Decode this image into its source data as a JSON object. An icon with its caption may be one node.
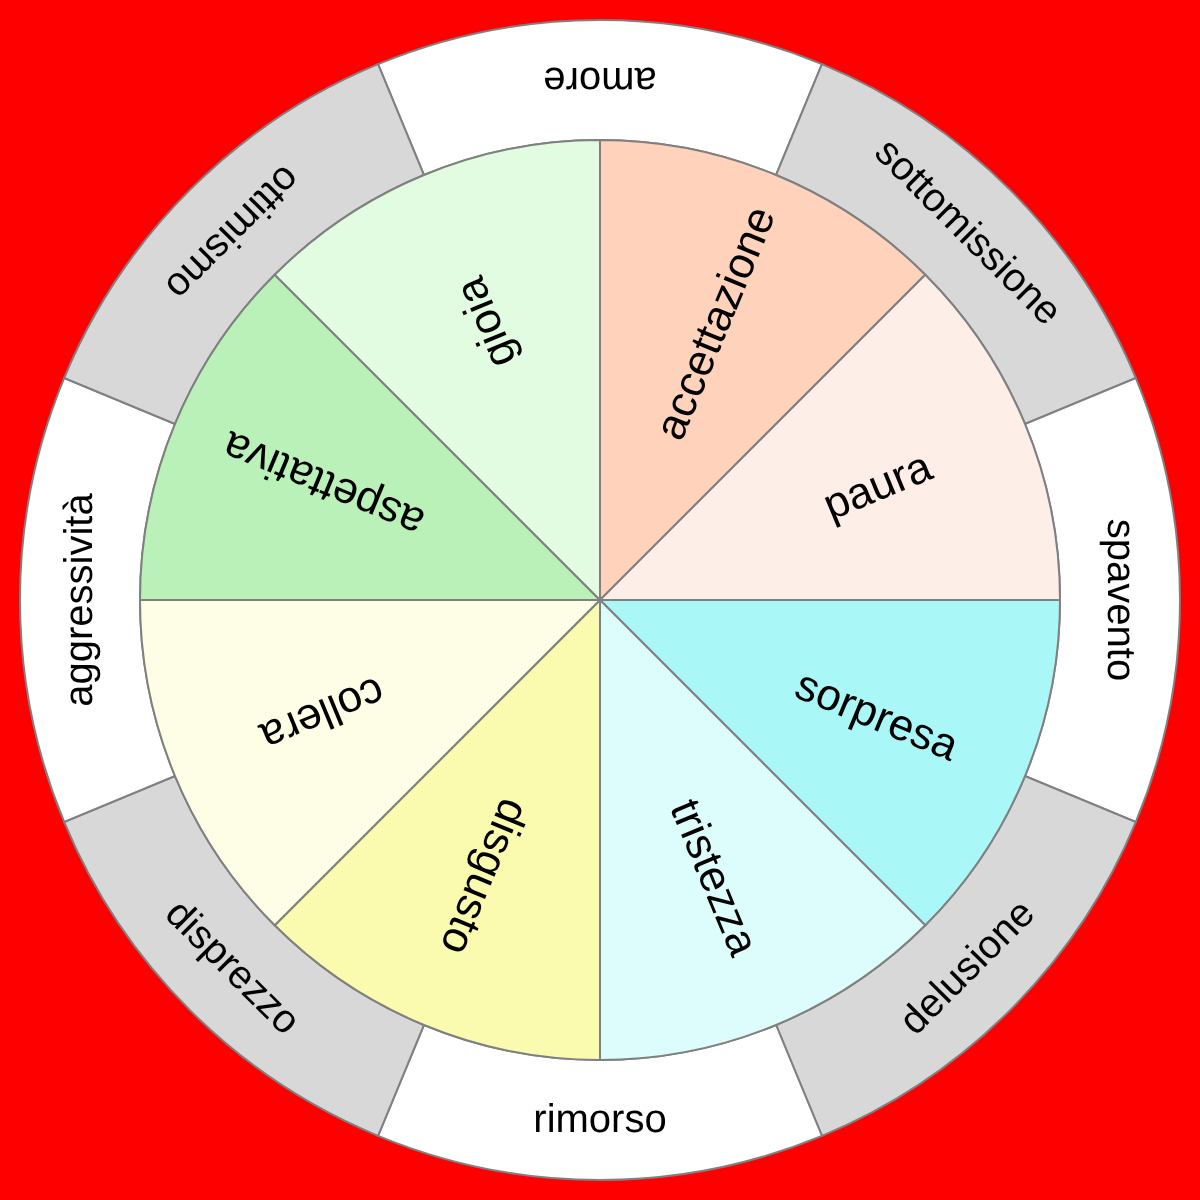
{
  "diagram": {
    "nodes": [
      {
        "text": [
          "amore"
        ]
      },
      {
        "text": [
          "sottomissione"
        ]
      },
      {
        "text": [
          "spavento"
        ]
      },
      {
        "text": [
          "delusione"
        ]
      },
      {
        "text": [
          "rimorso"
        ]
      },
      {
        "text": [
          "disprezzo"
        ]
      },
      {
        "text": [
          "aggressività"
        ]
      },
      {
        "text": [
          "ottimismo"
        ]
      },
      {
        "text": [
          "accettazione"
        ]
      },
      {
        "text": [
          "paura"
        ]
      },
      {
        "text": [
          "sorpresa"
        ]
      },
      {
        "text": [
          "tristezza"
        ]
      },
      {
        "text": [
          "disgusto"
        ]
      },
      {
        "text": [
          "collera"
        ]
      },
      {
        "text": [
          "aspettativa"
        ]
      },
      {
        "text": [
          "gioia"
        ]
      }
    ]
  }
}
